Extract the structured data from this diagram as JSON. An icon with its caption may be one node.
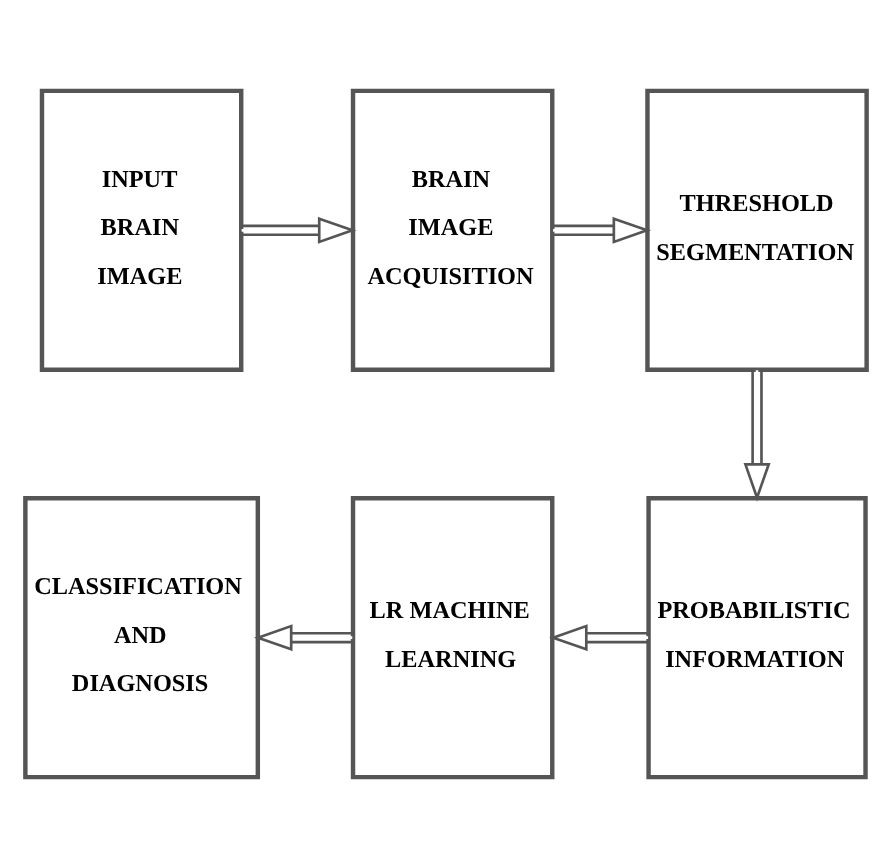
{
  "diagram": {
    "nodes": [
      {
        "text": [
          "INPUT BRAIN IMAGE"
        ]
      },
      {
        "text": [
          "BRAIN IMAGE ACQUISITION"
        ]
      },
      {
        "text": [
          "THRESHOLD SEGMENTATION"
        ]
      },
      {
        "text": [
          "PROBABILISTIC INFORMATION"
        ]
      },
      {
        "text": [
          "LR MACHINE LEARNING"
        ]
      },
      {
        "text": [
          "CLASSIFICATION AND DIAGNOSIS"
        ]
      }
    ],
    "edges": [
      {
        "from": 0,
        "to": 1,
        "arrow": "to"
      },
      {
        "from": 1,
        "to": 2,
        "arrow": "to"
      },
      {
        "from": 2,
        "to": 3,
        "arrow": "to"
      },
      {
        "from": 3,
        "to": 4,
        "arrow": "to"
      },
      {
        "from": 4,
        "to": 5,
        "arrow": "to"
      }
    ]
  }
}
